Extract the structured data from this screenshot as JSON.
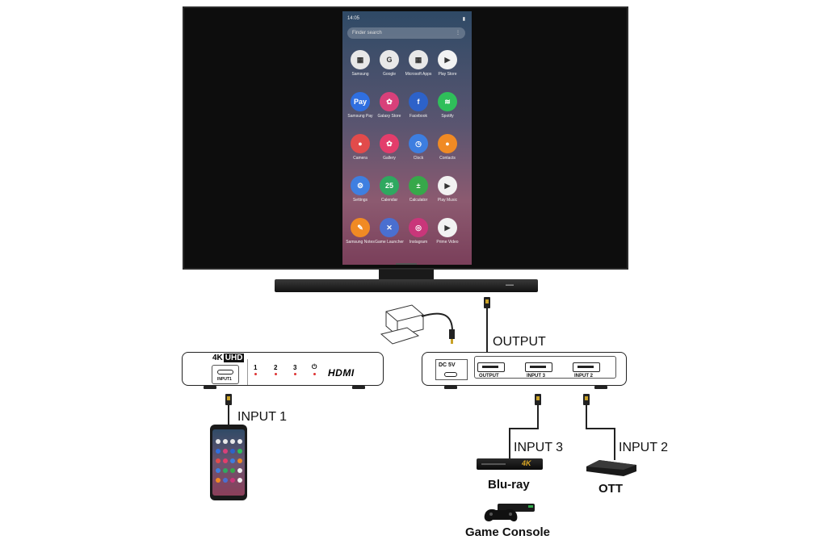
{
  "phone_screen": {
    "time": "14:05",
    "search_placeholder": "Finder search",
    "apps": [
      {
        "label": "Samsung",
        "color": "#e8e8e8",
        "glyph": "▦"
      },
      {
        "label": "Google",
        "color": "#e8e8e8",
        "glyph": "G"
      },
      {
        "label": "Microsoft Apps",
        "color": "#e8e8e8",
        "glyph": "▦"
      },
      {
        "label": "Play Store",
        "color": "#f2f2f2",
        "glyph": "▶"
      },
      {
        "label": "Samsung Pay",
        "color": "#2f6fe0",
        "glyph": "Pay"
      },
      {
        "label": "Galaxy Store",
        "color": "#d8407a",
        "glyph": "✿"
      },
      {
        "label": "Facebook",
        "color": "#2d62c9",
        "glyph": "f"
      },
      {
        "label": "Spotify",
        "color": "#2fbf5a",
        "glyph": "≋"
      },
      {
        "label": "Camera",
        "color": "#e24b4b",
        "glyph": "●"
      },
      {
        "label": "Gallery",
        "color": "#e33d6b",
        "glyph": "✿"
      },
      {
        "label": "Clock",
        "color": "#3d7ee0",
        "glyph": "◷"
      },
      {
        "label": "Contacts",
        "color": "#f08a24",
        "glyph": "●"
      },
      {
        "label": "Settings",
        "color": "#3f7fe0",
        "glyph": "⚙"
      },
      {
        "label": "Calendar",
        "color": "#2fa860",
        "glyph": "25"
      },
      {
        "label": "Calculator",
        "color": "#37a84a",
        "glyph": "±"
      },
      {
        "label": "Play Music",
        "color": "#f2f2f2",
        "glyph": "▶"
      },
      {
        "label": "Samsung Notes",
        "color": "#f08a24",
        "glyph": "✎"
      },
      {
        "label": "Game Launcher",
        "color": "#4a6fd0",
        "glyph": "✕"
      },
      {
        "label": "Instagram",
        "color": "#c9367a",
        "glyph": "◎"
      },
      {
        "label": "Prime Video",
        "color": "#f2f2f2",
        "glyph": "▶"
      }
    ]
  },
  "switch_front": {
    "badge_4k": "4K",
    "badge_uhd": "UHD",
    "usb_label": "INPUT1",
    "leds": [
      "1",
      "2",
      "3",
      "⏻"
    ],
    "brand": "HDMI"
  },
  "switch_back": {
    "dc_label": "DC 5V",
    "ports": [
      "OUTPUT",
      "INPUT 3",
      "INPUT 2"
    ]
  },
  "labels": {
    "output": "OUTPUT",
    "input1": "INPUT 1",
    "input3": "INPUT 3",
    "input2": "INPUT 2"
  },
  "devices": {
    "bluray": "Blu-ray",
    "bluray_badge": "4K",
    "ott": "OTT",
    "game_console": "Game Console"
  },
  "colors": {
    "tv_bezel": "#0d0d0d",
    "cable": "#222222",
    "plug_tip": "#c9a227"
  }
}
